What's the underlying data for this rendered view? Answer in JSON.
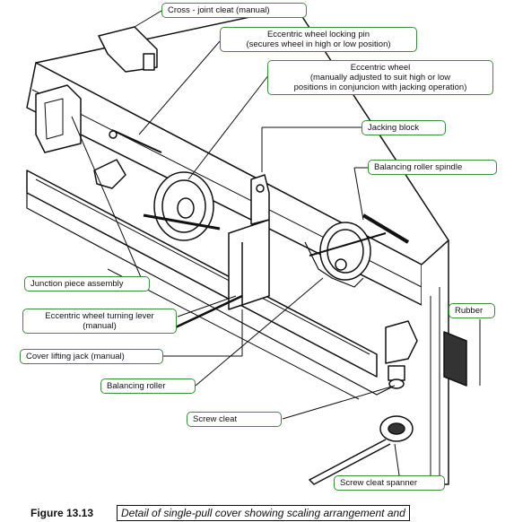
{
  "labels": {
    "cross_joint_cleat": "Cross - joint cleat (manual)",
    "locking_pin_title": "Eccentric wheel locking pin",
    "locking_pin_note": "(secures wheel in high or low position)",
    "eccentric_wheel_title": "Eccentric wheel",
    "eccentric_wheel_note_1": "(manually adjusted to suit high or low",
    "eccentric_wheel_note_2": "positions in conjuncion with jacking operation)",
    "jacking_block": "Jacking block",
    "balancing_roller_spindle": "Balancing roller spindle",
    "junction_piece": "Junction piece assembly",
    "turning_lever_1": "Eccentric wheel turning lever",
    "turning_lever_2": "(manual)",
    "rubber": "Rubber",
    "cover_lifting_jack": "Cover lifting jack (manual)",
    "balancing_roller": "Balancing roller",
    "screw_cleat": "Screw cleat",
    "screw_cleat_spanner": "Screw cleat spanner"
  },
  "caption": {
    "number": "Figure 13.13",
    "text": "Detail of single-pull cover showing scaling arrangement and"
  },
  "colors": {
    "callout_border": "#3c8a3c",
    "line": "#111111",
    "background": "#ffffff"
  }
}
